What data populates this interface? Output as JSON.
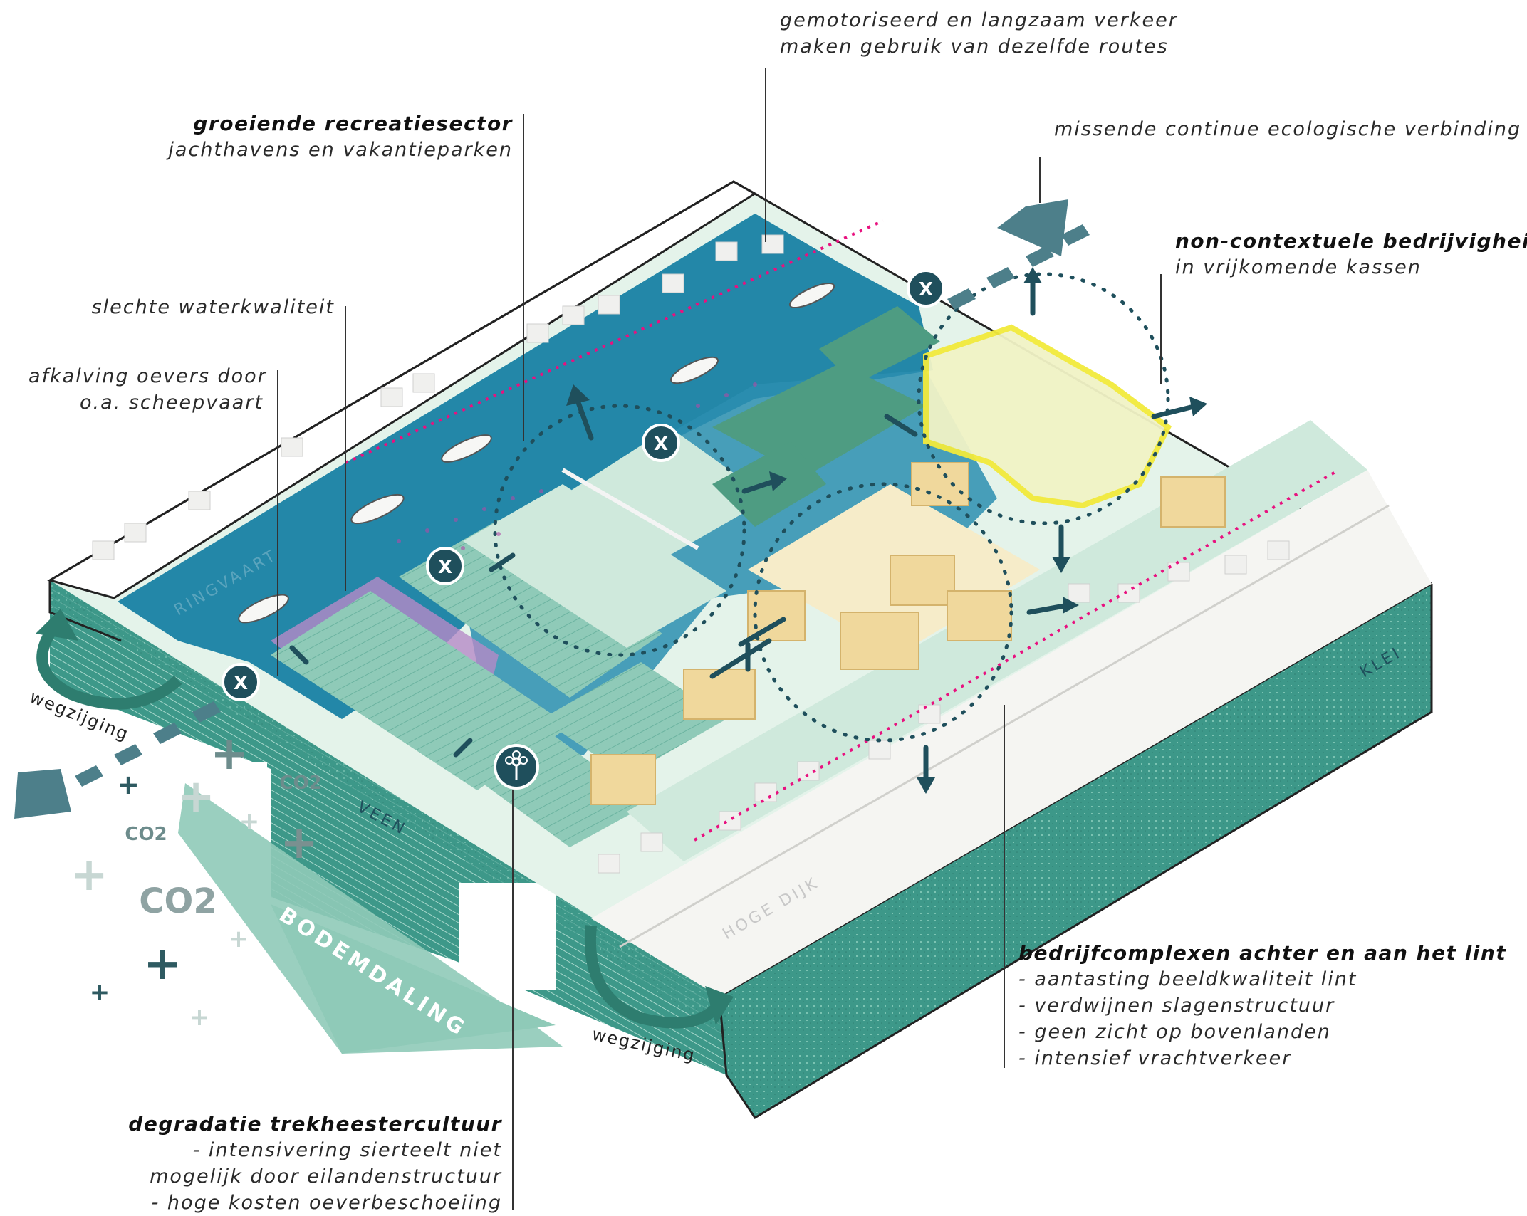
{
  "annotations": {
    "traffic": {
      "lines": [
        "gemotoriseerd en langzaam verkeer",
        "maken gebruik van dezelfde routes"
      ]
    },
    "recreation": {
      "title": "groeiende recreatiesector",
      "sub": "jachthavens en vakantieparken"
    },
    "ecology": {
      "text": "missende continue ecologische verbinding"
    },
    "industry": {
      "title": "non-contextuele bedrijvigheid",
      "sub": "in vrijkomende kassen"
    },
    "water": {
      "text": "slechte waterkwaliteit"
    },
    "banks": {
      "lines": [
        "afkalving oevers door",
        "o.a. scheepvaart"
      ]
    },
    "complexes": {
      "title": "bedrijfcomplexen achter en aan het lint",
      "items": [
        "- aantasting beeldkwaliteit lint",
        "- verdwijnen slagenstructuur",
        "- geen zicht op bovenlanden",
        "- intensief  vrachtverkeer"
      ]
    },
    "degradation": {
      "title": "degradatie trekheestercultuur",
      "items": [
        "- intensivering sierteelt niet",
        "mogelijk door eilandenstructuur",
        "- hoge kosten oeverbeschoeiing"
      ]
    }
  },
  "map_labels": {
    "ringvaart": "RINGVAART",
    "veen": "VEEN",
    "klei": "KLEI",
    "hoge_dijk": "HOGE DIJK",
    "bodemdaling": "BODEMDALING",
    "wegzijging_left": "wegzijging",
    "wegzijging_bottom": "wegzijging",
    "co2": [
      "CO2",
      "CO2",
      "CO2"
    ],
    "problem_marker": "X",
    "plus": "+"
  },
  "icons": [
    "flower-icon",
    "problem-x-icon",
    "arrow-icon",
    "curved-arrow-icon",
    "truck-icon",
    "cyclist-icon",
    "boat-icon",
    "house-icon"
  ],
  "colors": {
    "water": "#2387a8",
    "teal": "#3d9889",
    "land": "#bde0cf",
    "pale_green": "#e4f3ea",
    "arrow": "#1f4f5c",
    "magenta": "#e8117f",
    "highlight": "#f2ea3c",
    "building": "#f0d89c"
  }
}
